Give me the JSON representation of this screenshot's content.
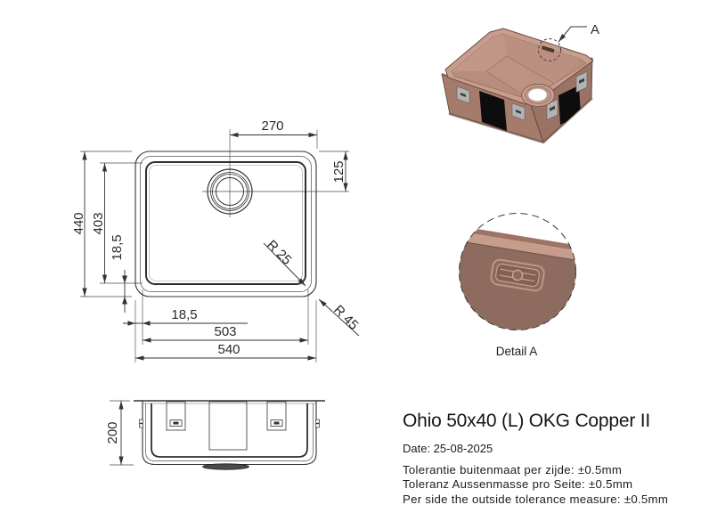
{
  "top_view": {
    "dim_drain_offset_x": "270",
    "dim_drain_offset_y": "125",
    "dim_outer_height": "440",
    "dim_inner_height": "403",
    "dim_rim_left": "18,5",
    "dim_rim_bottom": "18,5",
    "dim_inner_width": "503",
    "dim_outer_width": "540",
    "radius_inner": "R 25",
    "radius_outer": "R 45"
  },
  "side_view": {
    "dim_depth": "200"
  },
  "iso_view": {
    "detail_marker_label": "A"
  },
  "detail_view": {
    "caption": "Detail A"
  },
  "title_block": {
    "product_title": "Ohio 50x40 (L) OKG Copper II",
    "date_line": "Date: 25-08-2025",
    "tolerance_lines": [
      "Tolerantie buitenmaat per zijde: ±0.5mm",
      "Toleranz Aussenmasse pro Seite: ±0.5mm",
      "Per side the outside tolerance measure: ±0.5mm"
    ]
  },
  "colors": {
    "line": "#333333",
    "copper_light": "#c79e8d",
    "copper_mid": "#b88d7d",
    "copper_wall": "#9b7365",
    "copper_dark": "#8d6b5f",
    "pad_black": "#0d0d0d",
    "clip_gray": "#b3b3b3"
  }
}
